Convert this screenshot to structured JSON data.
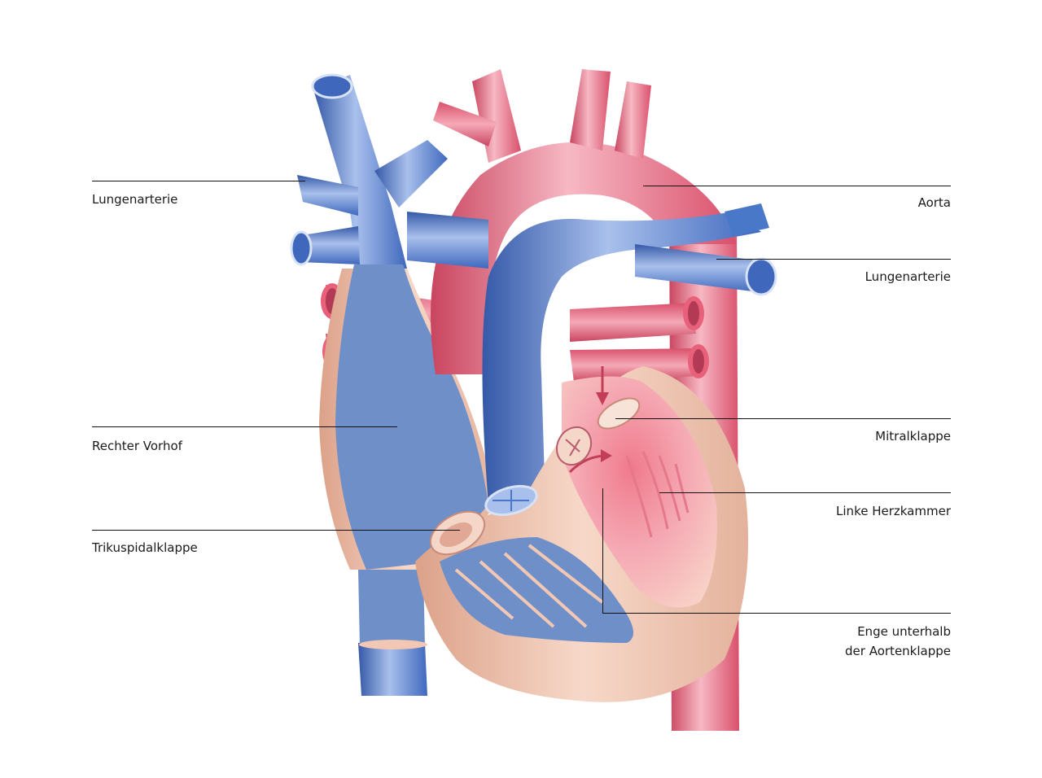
{
  "labels": {
    "pulmonary_artery_left": "Lungenarterie",
    "aorta": "Aorta",
    "pulmonary_artery_right": "Lungenarterie",
    "right_atrium": "Rechter Vorhof",
    "mitral_valve": "Mitralklappe",
    "left_ventricle": "Linke Herzkammer",
    "tricuspid_valve": "Trikuspidalklappe",
    "subaortic_stenosis_line1": "Enge unterhalb",
    "subaortic_stenosis_line2": "der Aortenklappe"
  },
  "colors": {
    "vein_blue": "#4a78c8",
    "vein_blue_dark": "#3559a8",
    "vein_blue_light": "#a9c0ec",
    "artery_red": "#e8607a",
    "artery_red_dark": "#c9455f",
    "artery_red_light": "#f7b8c4",
    "myocardium": "#f2c7b3",
    "myocardium_dark": "#dca189",
    "chamber_blue": "#6f8fc9",
    "leader_line": "#111111"
  }
}
